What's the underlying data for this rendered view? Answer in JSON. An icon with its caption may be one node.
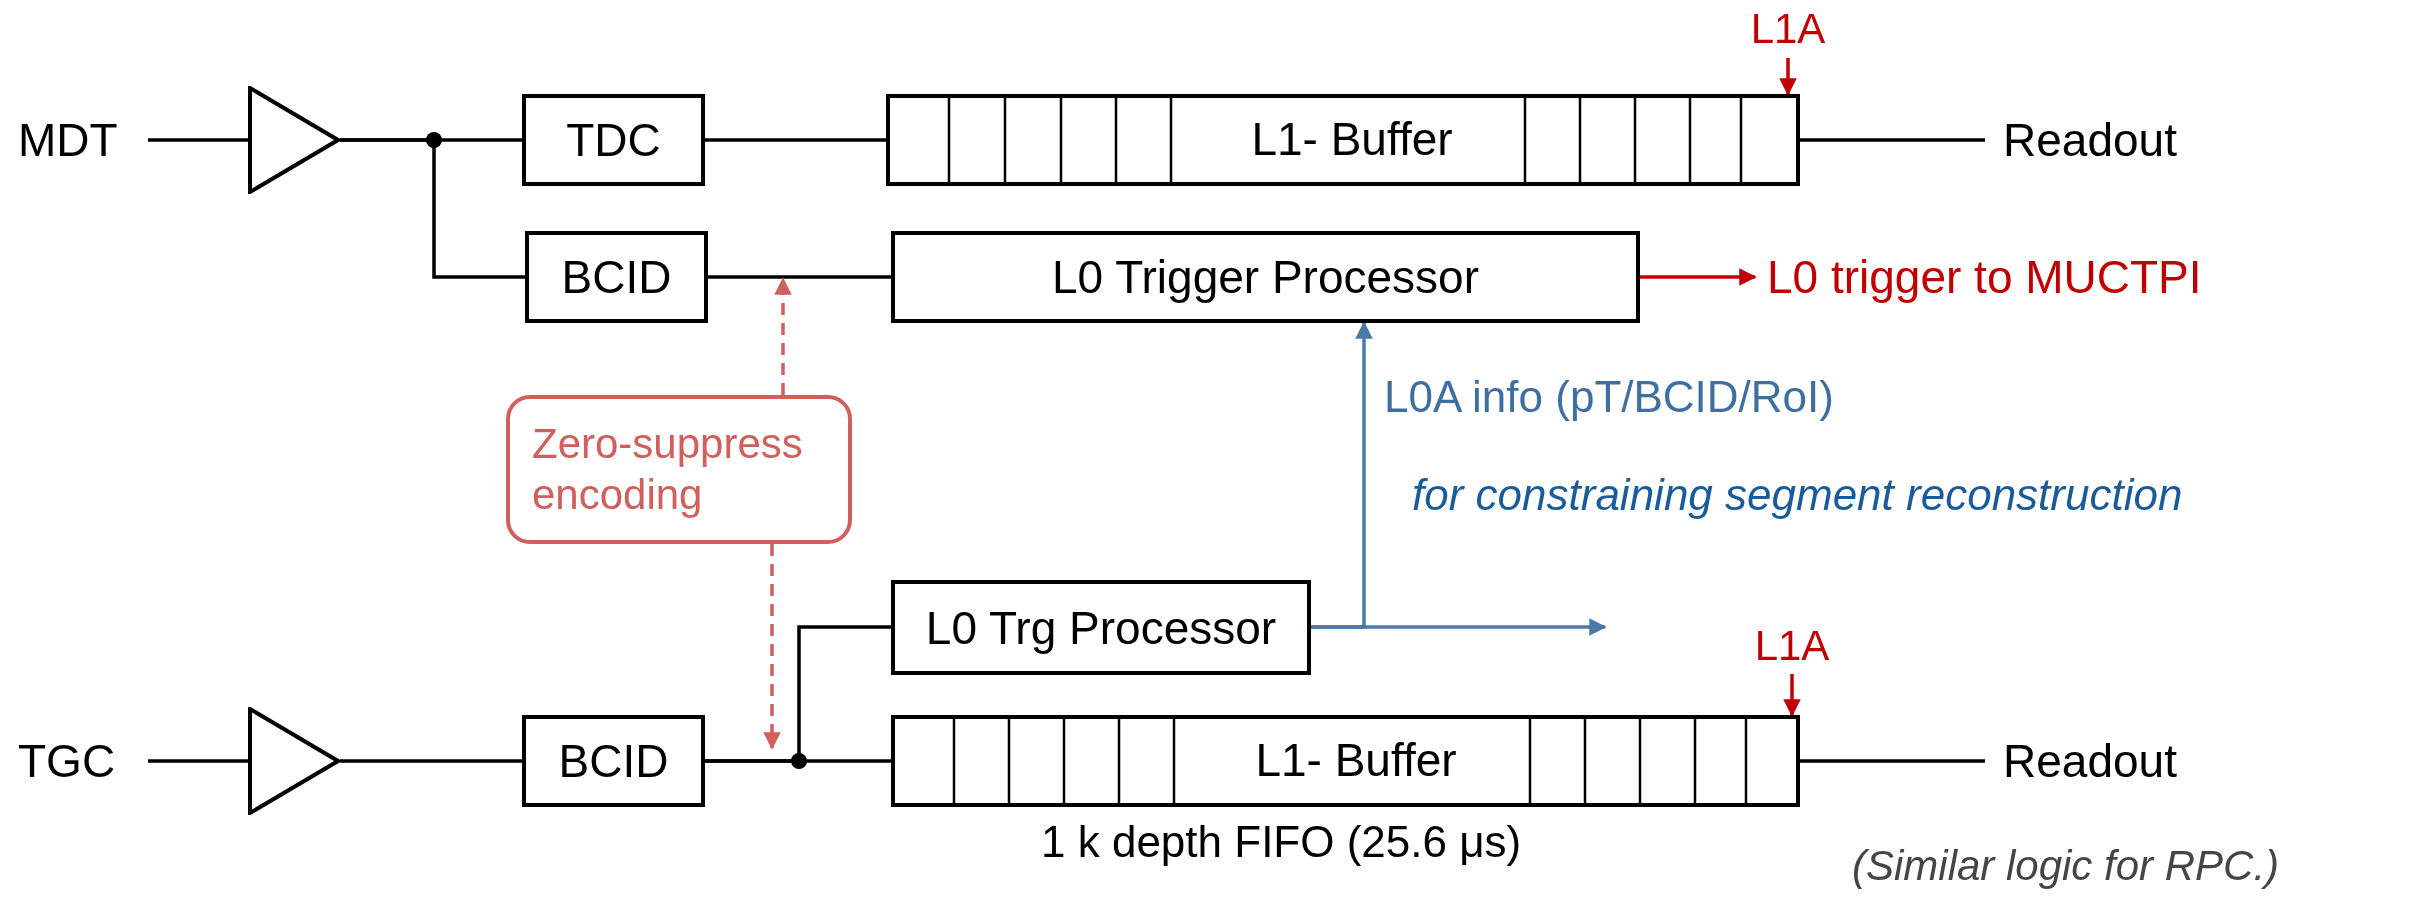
{
  "diagram": {
    "nodes": [
      {
        "text": [
          "L1A"
        ]
      },
      {
        "text": [
          "MDT"
        ]
      },
      {
        "text": [],
        "shape": "triangle"
      },
      {
        "text": [
          "TDC"
        ]
      },
      {
        "text": [
          "L1- Buffer"
        ]
      },
      {
        "text": [
          "Readout"
        ]
      },
      {
        "text": [
          "BCID"
        ]
      },
      {
        "text": [
          "L0 Trigger Processor"
        ]
      },
      {
        "text": [
          "L0 trigger to MUCTPI"
        ]
      },
      {
        "text": [
          "Zero-suppress encoding"
        ]
      },
      {
        "text": [
          "L0 Trg Processor"
        ]
      },
      {
        "text": [
          "L1A"
        ]
      },
      {
        "text": [
          "TGC"
        ]
      },
      {
        "text": [],
        "shape": "triangle"
      },
      {
        "text": [
          "BCID"
        ]
      },
      {
        "text": [
          "L1- Buffer"
        ],
        "beside": [
          "1 k depth FIFO (25.6 μs)"
        ]
      },
      {
        "text": [
          "Readout"
        ]
      }
    ],
    "edges": [
      {
        "from": 0,
        "to": 4,
        "arrow": "to",
        "color": "#c00000"
      },
      {
        "from": 1,
        "to": 2,
        "arrow": "none"
      },
      {
        "from": 2,
        "to": 3,
        "arrow": "none"
      },
      {
        "from": 2,
        "to": 6,
        "arrow": "none"
      },
      {
        "from": 3,
        "to": 4,
        "arrow": "none"
      },
      {
        "from": 4,
        "to": 5,
        "arrow": "none"
      },
      {
        "from": 6,
        "to": 7,
        "arrow": "none"
      },
      {
        "from": 7,
        "to": 8,
        "arrow": "to",
        "color": "#c00000"
      },
      {
        "from": 9,
        "to": null,
        "arrow": "to",
        "style": "dashed",
        "color": "#d0605e"
      },
      {
        "from": 9,
        "to": null,
        "arrow": "to",
        "style": "dashed",
        "color": "#d0605e"
      },
      {
        "from": 10,
        "to": 7,
        "arrow": "to",
        "label": "L0A info (pT/BCID/RoI)",
        "color": "#4a78a8"
      },
      {
        "from": 10,
        "to": null,
        "arrow": "to",
        "color": "#4a78a8"
      },
      {
        "from": 11,
        "to": 15,
        "arrow": "to",
        "color": "#c00000"
      },
      {
        "from": 12,
        "to": 13,
        "arrow": "none"
      },
      {
        "from": 13,
        "to": 14,
        "arrow": "none"
      },
      {
        "from": 14,
        "to": 15,
        "arrow": "none"
      },
      {
        "from": 14,
        "to": 10,
        "arrow": "none"
      },
      {
        "from": 15,
        "to": 16,
        "arrow": "none"
      }
    ],
    "labels": [
      "for constraining segment reconstruction",
      "(Similar logic for RPC.)"
    ]
  }
}
